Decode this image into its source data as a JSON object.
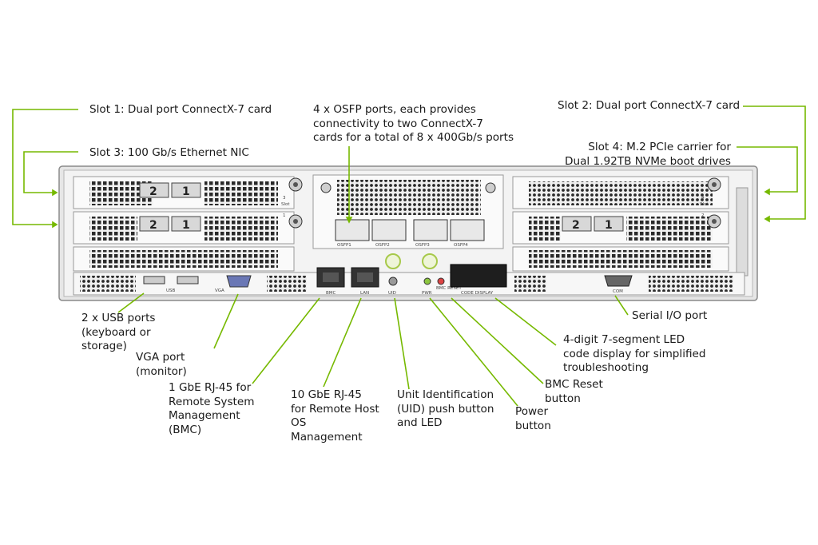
{
  "callouts": {
    "slot1": "Slot 1: Dual port ConnectX-7 card",
    "slot3": "Slot 3: 100 Gb/s Ethernet NIC",
    "osfp": [
      "4 x OSFP ports, each provides",
      "connectivity to two ConnectX-7",
      "cards for a total of 8 x 400Gb/s ports"
    ],
    "slot2": "Slot 2: Dual port ConnectX-7 card",
    "slot4": [
      "Slot 4: M.2 PCIe carrier for",
      "Dual 1.92TB NVMe boot drives"
    ],
    "usb": [
      "2 x USB ports",
      "(keyboard or",
      "storage)"
    ],
    "vga": [
      "VGA port",
      "(monitor)"
    ],
    "bmc_port": [
      "1 GbE RJ-45 for",
      "Remote System",
      "Management",
      "(BMC)"
    ],
    "lan_port": [
      "10 GbE RJ-45",
      "for Remote Host",
      "OS",
      "Management"
    ],
    "uid": [
      "Unit Identification",
      "(UID) push button",
      "and LED"
    ],
    "power": [
      "Power",
      "button"
    ],
    "bmc_reset": [
      "BMC Reset",
      "button"
    ],
    "led_display": [
      "4-digit 7-segment LED",
      "code display for simplified",
      "troubleshooting"
    ],
    "serial": "Serial I/O port"
  },
  "panel_labels": {
    "usb": "USB",
    "vga": "VGA",
    "bmc": "BMC",
    "lan": "LAN",
    "uid": "UID",
    "pwr": "PWR",
    "bmc_reset": "BMC RESET",
    "code_display": "CODE DISPLAY",
    "com": "COM",
    "osfp1": "OSFP1",
    "osfp2": "OSFP2",
    "osfp3": "OSFP3",
    "osfp4": "OSFP4",
    "slot_left_top": "3",
    "slot_left_bottom": "1",
    "slot_right_top": "4",
    "slot_right_bottom": "2",
    "slot_word": "Slot",
    "card_2": "2",
    "card_1": "1"
  },
  "colors": {
    "leader_line": "#76b900",
    "chassis": "#d9d9d9",
    "chassis_dark": "#8a8a8a"
  }
}
